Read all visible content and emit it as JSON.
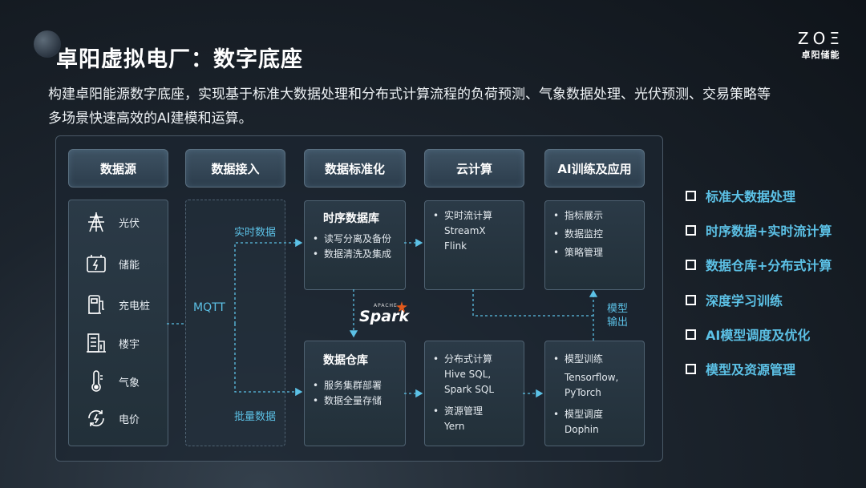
{
  "title": "卓阳虚拟电厂：数字底座",
  "brand": {
    "mark": "ZOΞ",
    "name": "卓阳储能"
  },
  "description": {
    "line1": "构建卓阳能源数字底座，实现基于标准大数据处理和分布式计算流程的负荷预测、气象数据处理、光伏预测、交易策略等",
    "line2": "多场景快速高效的AI建模和运算。"
  },
  "headers": [
    "数据源",
    "数据接入",
    "数据标准化",
    "云计算",
    "AI训练及应用"
  ],
  "sources": [
    {
      "label": "光伏",
      "icon": "solar-tower-icon"
    },
    {
      "label": "储能",
      "icon": "battery-icon"
    },
    {
      "label": "充电桩",
      "icon": "charging-pile-icon"
    },
    {
      "label": "楼宇",
      "icon": "building-icon"
    },
    {
      "label": "气象",
      "icon": "thermometer-icon"
    },
    {
      "label": "电价",
      "icon": "price-cycle-icon"
    }
  ],
  "access": {
    "protocol": "MQTT",
    "realtime": "实时数据",
    "batch": "批量数据"
  },
  "tsdb": {
    "title": "时序数据库",
    "items": [
      "读写分离及备份",
      "数据清洗及集成"
    ]
  },
  "warehouse": {
    "title": "数据仓库",
    "items": [
      "服务集群部署",
      "数据全量存储"
    ]
  },
  "spark": {
    "apache": "APACHE",
    "name": "Spark"
  },
  "stream": {
    "item": "实时流计算",
    "sub1": "StreamX",
    "sub2": "Flink"
  },
  "distributed": {
    "item1": "分布式计算",
    "sub1": "Hive SQL,",
    "sub2": "Spark SQL",
    "item2": "资源管理",
    "sub3": "Yern"
  },
  "ai_top": {
    "items": [
      "指标展示",
      "数据监控",
      "策略管理"
    ]
  },
  "ai_bottom": {
    "item1": "模型训练",
    "sub1": "Tensorflow,",
    "sub2": "PyTorch",
    "item2": "模型调度",
    "sub3": "Dophin"
  },
  "model_output": {
    "line1": "模型",
    "line2": "输出"
  },
  "features": [
    "标准大数据处理",
    "时序数据+实时流计算",
    "数据仓库+分布式计算",
    "深度学习训练",
    "AI模型调度及优化",
    "模型及资源管理"
  ],
  "colors": {
    "accent": "#5cc1e6",
    "background": "#161d24",
    "box": "#2b3a47"
  }
}
